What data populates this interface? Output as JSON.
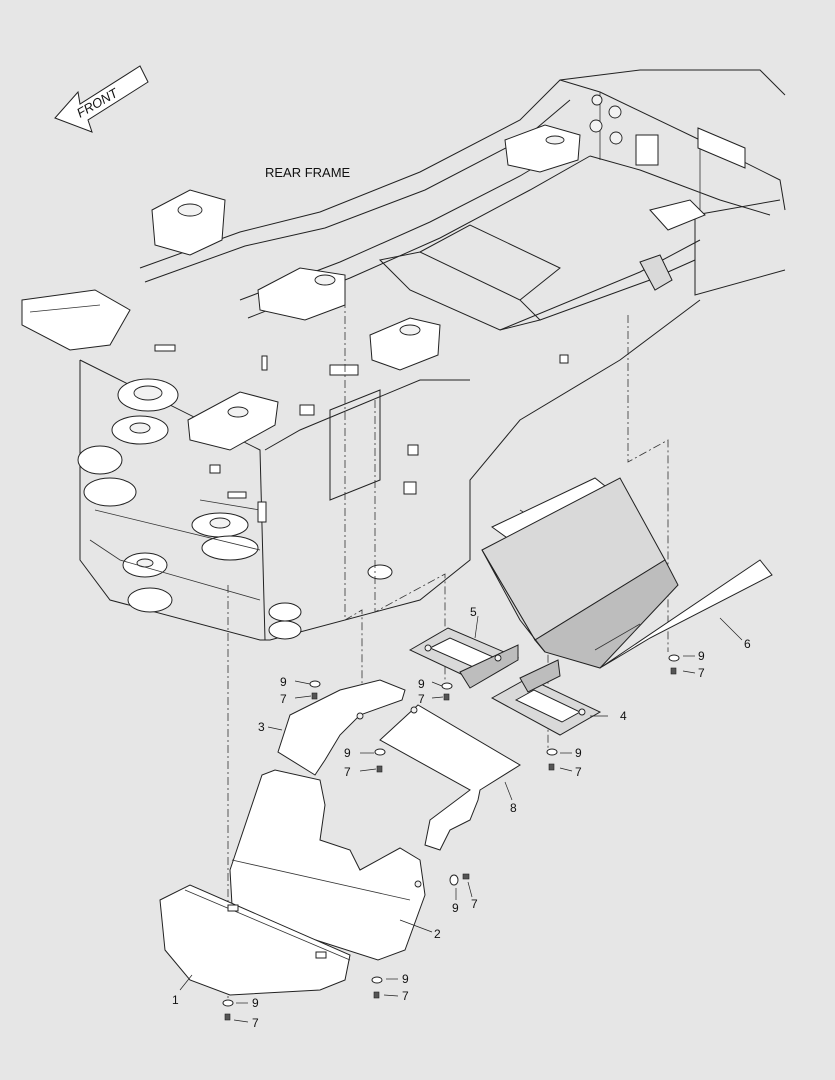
{
  "labels": {
    "front": "FRONT",
    "rear_frame": "REAR FRAME"
  },
  "parts": {
    "p1": "1",
    "p2": "2",
    "p3": "3",
    "p4": "4",
    "p5": "5",
    "p6": "6",
    "p8": "8"
  },
  "fasteners": {
    "washer": "9",
    "bolt": "7"
  },
  "colors": {
    "background": "#e6e6e6",
    "line": "#222222",
    "shade": "#d9d9d9"
  }
}
